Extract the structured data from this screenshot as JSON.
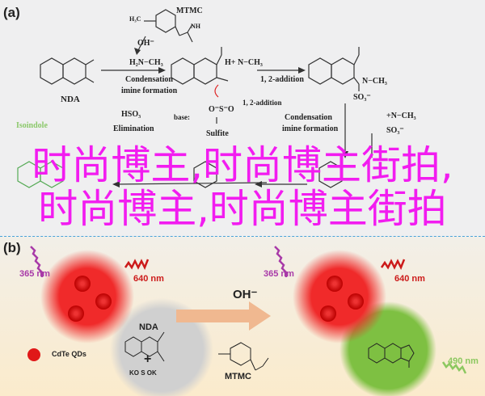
{
  "panel_a": {
    "label": "(a)",
    "mtmc": "MTMC",
    "h3c": "H₃C",
    "nh": "NH",
    "oh": "OH⁻",
    "methylamine": "H₂N−CH₃",
    "step1": [
      "Condensation",
      "imine formation"
    ],
    "nda": "NDA",
    "iminium": "H+ N−CH₃",
    "sulfite": "Sulfite",
    "step2": "1, 2-addition",
    "amine": "N−CH₃",
    "so3": "SO₃⁻",
    "step3": [
      "Condensation",
      "imine formation"
    ],
    "hso3": "HSO₃",
    "elimination": "Elimination",
    "isoindole": "Isoindole",
    "base": "base:",
    "step4": "1, 2-addition",
    "n_ch3_lower": "+N−CH₃",
    "so3_lower": "SO₃⁻"
  },
  "panel_b": {
    "label": "(b)",
    "excitation_left": "365 nm",
    "emission_left": "640 nm",
    "excitation_right": "365 nm",
    "emission_right": "640 nm",
    "legend": "CdTe QDs",
    "nda": "NDA",
    "plus": "+",
    "sulfite": "KO  S  OK",
    "oh": "OH⁻",
    "mtmc": "MTMC",
    "green_emission": "490 nm"
  },
  "overlay_text": "时尚博主,时尚博主街拍,时尚博主,时尚博主街拍",
  "colors": {
    "overlay": "#f21cf0",
    "purple": "#a83aa8",
    "red": "#cc1a1a",
    "green": "#8cc860",
    "divider": "#4aa3d9"
  }
}
